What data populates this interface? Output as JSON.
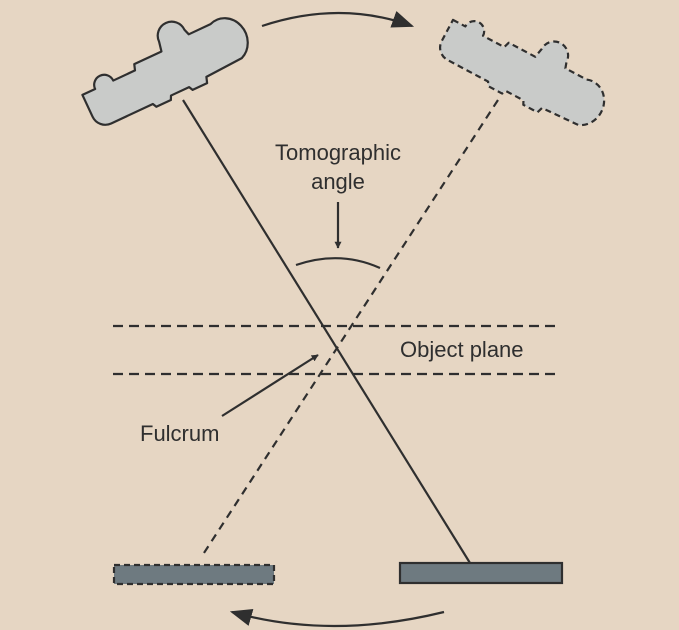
{
  "labels": {
    "tomographic_angle_line1": "Tomographic",
    "tomographic_angle_line2": "angle",
    "object_plane": "Object plane",
    "fulcrum": "Fulcrum"
  },
  "colors": {
    "background": "#e6d6c3",
    "tube_fill": "#c9cbc9",
    "film_fill": "#6e7a80",
    "stroke": "#2f2f2f"
  },
  "icons": {
    "tube_start": "xray-tube-icon",
    "tube_end": "xray-tube-dashed-icon",
    "film_start": "film-cassette-icon",
    "film_end": "film-cassette-dashed-icon"
  }
}
